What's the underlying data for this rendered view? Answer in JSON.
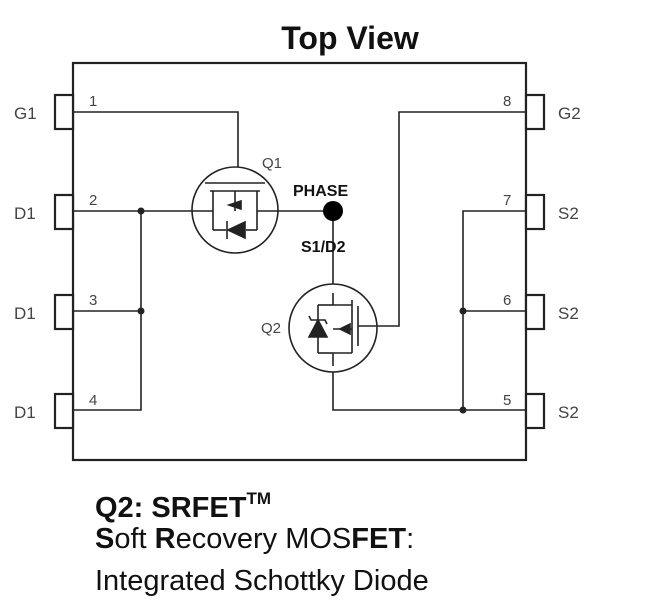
{
  "title": "Top View",
  "pins": {
    "p1": {
      "num": "1",
      "name": "G1"
    },
    "p2": {
      "num": "2",
      "name": "D1"
    },
    "p3": {
      "num": "3",
      "name": "D1"
    },
    "p4": {
      "num": "4",
      "name": "D1"
    },
    "p5": {
      "num": "5",
      "name": "S2"
    },
    "p6": {
      "num": "6",
      "name": "S2"
    },
    "p7": {
      "num": "7",
      "name": "S2"
    },
    "p8": {
      "num": "8",
      "name": "G2"
    }
  },
  "transistors": {
    "q1": "Q1",
    "q2": "Q2"
  },
  "nodes": {
    "phase": "PHASE",
    "s1d2": "S1/D2"
  },
  "caption": {
    "line1_main": "Q2: SRFET",
    "line1_tm": "TM",
    "line2_s": "S",
    "line2_oft": "oft ",
    "line2_r": "R",
    "line2_ecovery": "ecovery MOS",
    "line2_fet": "FET",
    "line2_colon": ":",
    "line3": "Integrated Schottky Diode"
  },
  "colors": {
    "line": "#222222",
    "label": "#444444"
  }
}
